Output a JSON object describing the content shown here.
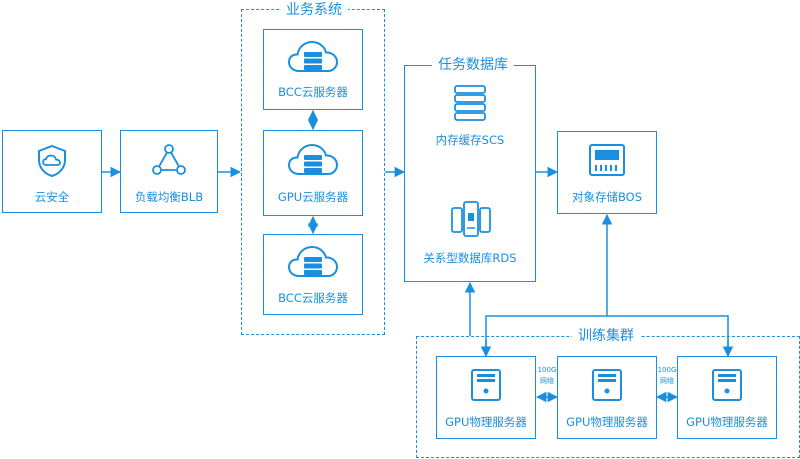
{
  "colors": {
    "accent": "#1a8fe0",
    "line": "#1a8fe0",
    "background": "#ffffff"
  },
  "groups": {
    "business": "业务系统",
    "task_db": "任务数据库",
    "training": "训练集群"
  },
  "nodes": {
    "cloud_security": "云安全",
    "load_balancer": "负载均衡BLB",
    "bcc_top": "BCC云服务器",
    "gpu_cloud": "GPU云服务器",
    "bcc_bottom": "BCC云服务器",
    "cache": "内存缓存SCS",
    "rds": "关系型数据库RDS",
    "bos": "对象存储BOS",
    "gpu_1": "GPU物理服务器",
    "gpu_2": "GPU物理服务器",
    "gpu_3": "GPU物理服务器"
  },
  "links": {
    "net_1_top": "100G",
    "net_1_bottom": "网络",
    "net_2_top": "100G",
    "net_2_bottom": "网络"
  },
  "icons": {
    "cloud_security": "cloud-shield-icon",
    "load_balancer": "triangle-network-icon",
    "servers": "cloud-server-icon",
    "cache": "server-stack-icon",
    "rds": "database-cluster-icon",
    "bos": "memory-card-icon",
    "gpu": "physical-server-icon"
  }
}
